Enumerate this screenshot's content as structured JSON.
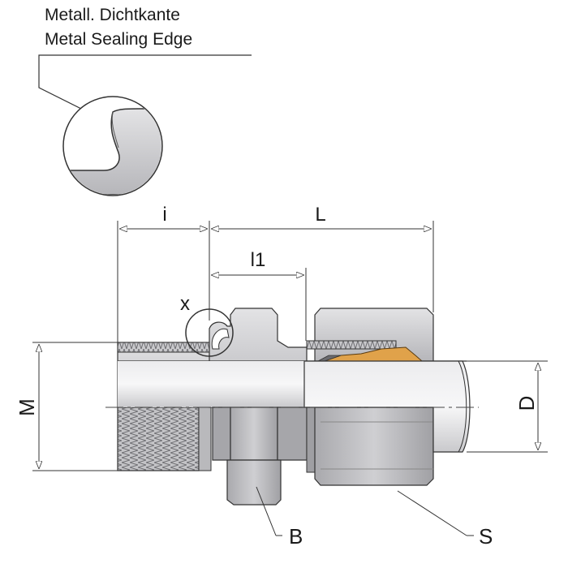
{
  "caption": {
    "line_de": "Metall. Dichtkante",
    "line_en": "Metal Sealing Edge"
  },
  "dimensions": {
    "i": "i",
    "L": "L",
    "l1": "l1",
    "x": "x",
    "M": "M",
    "D": "D",
    "B": "B",
    "S": "S"
  },
  "colors": {
    "metal_light": "#d9d9db",
    "metal_mid": "#bdbdc0",
    "metal_dark": "#9a9a9e",
    "outline": "#3a3a3a",
    "seal_ring": "#e0a24a"
  }
}
